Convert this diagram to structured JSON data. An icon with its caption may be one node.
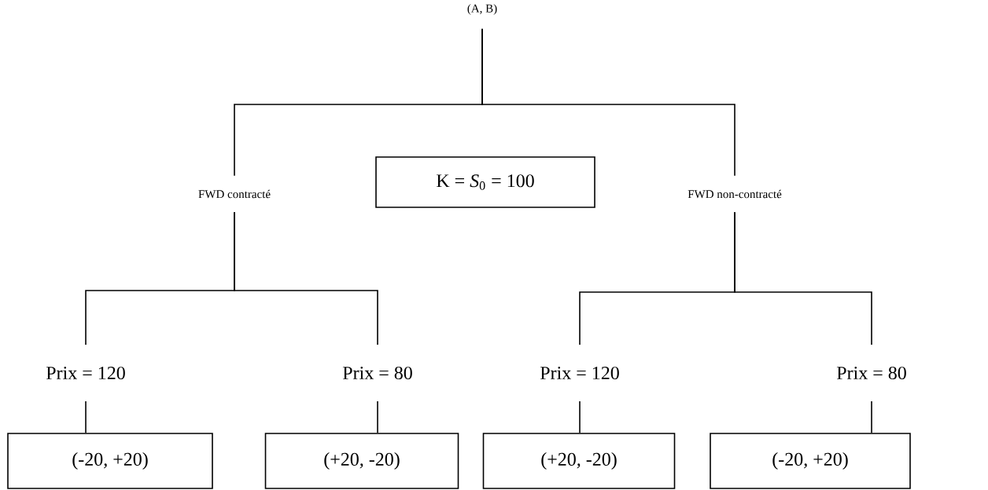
{
  "diagram": {
    "nodes": [
      {
        "text": [
          "(A, B)"
        ]
      },
      {
        "text": [
          "FWD contracté"
        ]
      },
      {
        "text": [
          "FWD non-contracté"
        ]
      },
      {
        "text": [
          "K = *S*$_{0}$ = 100"
        ]
      },
      {
        "text": [
          "Prix = 120"
        ]
      },
      {
        "text": [
          "Prix = 80"
        ]
      },
      {
        "text": [
          "Prix = 120"
        ]
      },
      {
        "text": [
          "Prix = 80"
        ]
      },
      {
        "text": [
          "(-20, +20)"
        ]
      },
      {
        "text": [
          "(+20, -20)"
        ]
      },
      {
        "text": [
          "(+20, -20)"
        ]
      },
      {
        "text": [
          "(-20, +20)"
        ]
      }
    ],
    "edges": [
      {
        "from": 0,
        "to": 1,
        "arrow": "none"
      },
      {
        "from": 0,
        "to": 2,
        "arrow": "none"
      },
      {
        "from": 1,
        "to": 4,
        "arrow": "none"
      },
      {
        "from": 1,
        "to": 5,
        "arrow": "none"
      },
      {
        "from": 2,
        "to": 6,
        "arrow": "none"
      },
      {
        "from": 2,
        "to": 7,
        "arrow": "none"
      },
      {
        "from": 4,
        "to": 8,
        "arrow": "none"
      },
      {
        "from": 5,
        "to": 9,
        "arrow": "none"
      },
      {
        "from": 6,
        "to": 10,
        "arrow": "none"
      },
      {
        "from": 7,
        "to": 11,
        "arrow": "none"
      }
    ]
  }
}
